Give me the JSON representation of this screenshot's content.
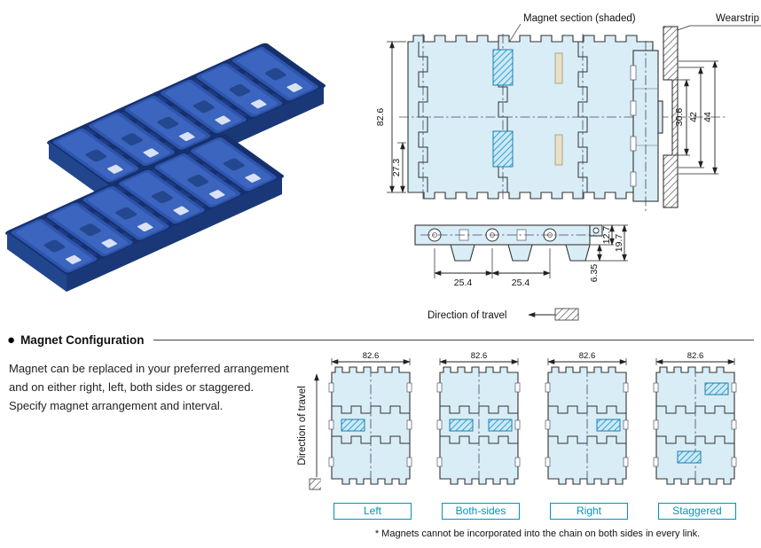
{
  "drawings": {
    "magnet_label": "Magnet section (shaded)",
    "wearstrip_label": "Wearstrip",
    "direction_label": "Direction of travel",
    "dims": {
      "belt_width": "82.6",
      "inner_width": "27.3",
      "groove_inner": "30.6",
      "groove_mid": "42",
      "groove_outer": "44",
      "pitch_left": "25.4",
      "pitch_right": "25.4",
      "plate_height": "12.7",
      "total_height": "19.7",
      "leg_height": "6.35"
    }
  },
  "config": {
    "bullet": "●",
    "title": "Magnet Configuration",
    "description": "Magnet can be replaced in your preferred arrangement and on either right, left, both sides or staggered. Specify magnet arrangement and interval.",
    "direction_label": "Direction of travel",
    "belt_width_dim": "82.6",
    "variants": [
      {
        "label": "Left"
      },
      {
        "label": "Both-sides"
      },
      {
        "label": "Right"
      },
      {
        "label": "Staggered"
      }
    ],
    "footnote": "* Magnets cannot be incorporated into the chain on both sides in every link."
  },
  "colors": {
    "chain_blue": "#2e55ad",
    "chain_blue_dark": "#16306e",
    "drawing_fill": "#d9edf6",
    "magnet_hatch": "#209ace",
    "label_teal": "#0095b6"
  }
}
